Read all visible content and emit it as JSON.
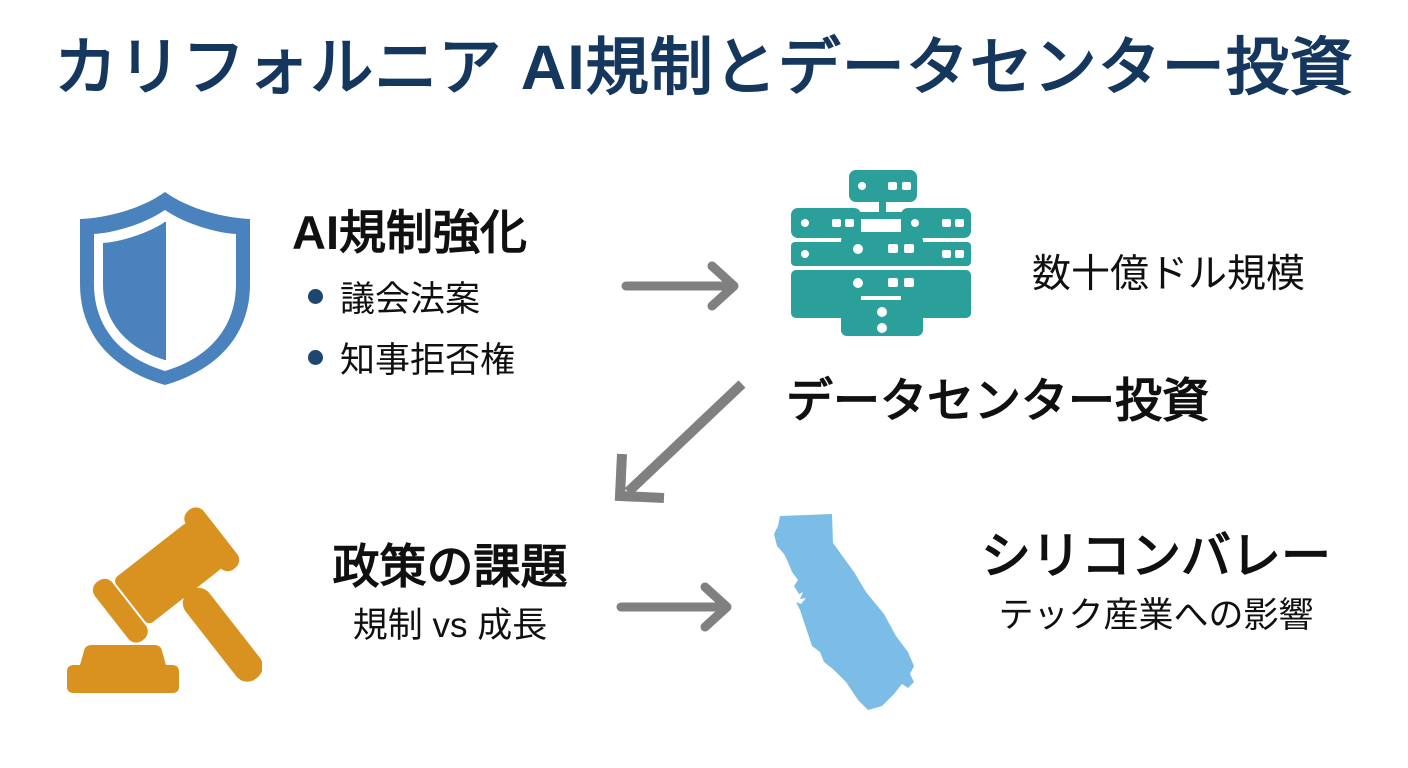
{
  "title": "カリフォルニア AI規制とデータセンター投資",
  "colors": {
    "title_navy": "#15375e",
    "shield_blue": "#4a82bd",
    "server_teal": "#2ba09b",
    "gavel_orange": "#d9911f",
    "california_blue": "#7cbde8",
    "arrow_gray": "#808080",
    "bullet_navy": "#1d476e",
    "text_black": "#101010",
    "background": "#ffffff"
  },
  "quadrants": {
    "regulation": {
      "icon": "shield-icon",
      "heading": "AI規制強化",
      "bullets": [
        "議会法案",
        "知事拒否権"
      ]
    },
    "datacenter": {
      "icon": "server-rack-icon",
      "heading": "データセンター投資",
      "side_label": "数十億ドル規模"
    },
    "policy": {
      "icon": "gavel-icon",
      "heading": "政策の課題",
      "subtext": "規制 vs 成長"
    },
    "silicon_valley": {
      "icon": "california-map-icon",
      "heading": "シリコンバレー",
      "subtext": "テック産業への影響"
    }
  },
  "arrows": [
    {
      "name": "arrow-regulation-to-datacenter",
      "direction": "right"
    },
    {
      "name": "arrow-datacenter-to-policy",
      "direction": "down-left"
    },
    {
      "name": "arrow-policy-to-silicon-valley",
      "direction": "right"
    }
  ]
}
